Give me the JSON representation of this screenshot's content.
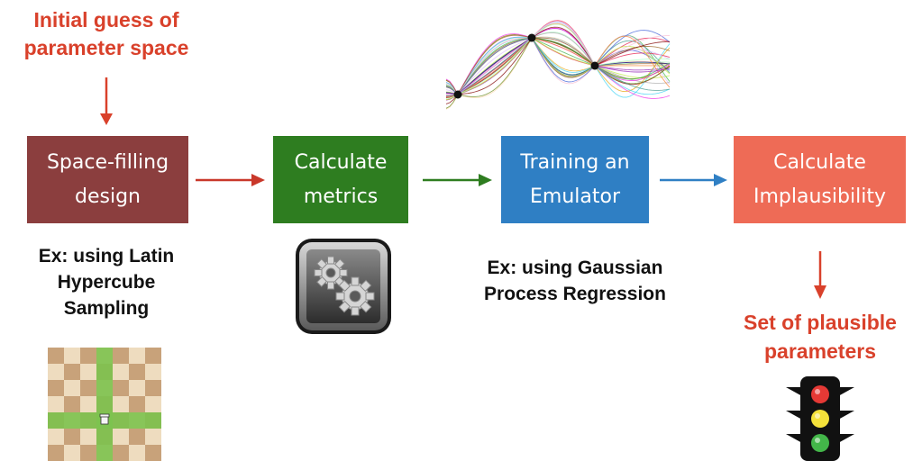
{
  "initial_guess": {
    "line1": "Initial guess of",
    "line2": "parameter space"
  },
  "steps": [
    {
      "line1": "Space-filling",
      "line2": "design",
      "color": "#8b3e3e"
    },
    {
      "line1": "Calculate",
      "line2": "metrics",
      "color": "#2e7d20"
    },
    {
      "line1": "Training an",
      "line2": "Emulator",
      "color": "#2f7fc4"
    },
    {
      "line1": "Calculate",
      "line2": "Implausibility",
      "color": "#ee6b56"
    }
  ],
  "notes": {
    "lhs": {
      "line1": "Ex: using Latin",
      "line2": "Hypercube",
      "line3": "Sampling"
    },
    "gpr": {
      "line1": "Ex: using Gaussian",
      "line2": "Process Regression"
    }
  },
  "result": {
    "line1": "Set of plausible",
    "line2": "parameters"
  },
  "arrow_colors": {
    "red": "#c9382a",
    "green": "#2e7d20",
    "blue": "#2f7fc4",
    "orange": "#d9412b"
  },
  "icons": {
    "gears": "gears-icon",
    "chessboard": "chessboard-icon",
    "traffic_light": "traffic-light-icon",
    "gp_samples": "gaussian-process-samples-plot"
  }
}
